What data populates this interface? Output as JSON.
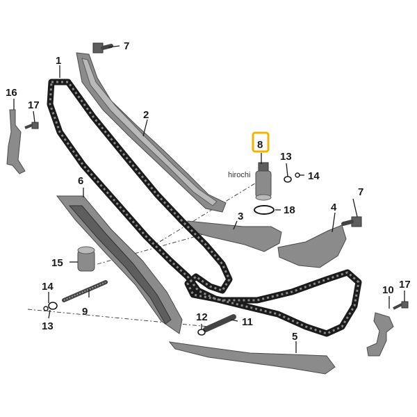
{
  "watermark": "hirochi",
  "highlight_color": "#f0b400",
  "callouts": [
    {
      "id": "c1",
      "label": "1",
      "part": "timing-chain"
    },
    {
      "id": "c2",
      "label": "2",
      "part": "tensioner-rail-guide"
    },
    {
      "id": "c3",
      "label": "3",
      "part": "chain-tensioner-guide"
    },
    {
      "id": "c4",
      "label": "4",
      "part": "upper-guide-rail"
    },
    {
      "id": "c5",
      "label": "5",
      "part": "lower-guide-rail"
    },
    {
      "id": "c6",
      "label": "6",
      "part": "long-guide-rail"
    },
    {
      "id": "c7a",
      "label": "7",
      "part": "bolt"
    },
    {
      "id": "c7b",
      "label": "7",
      "part": "bolt"
    },
    {
      "id": "c8",
      "label": "8",
      "part": "chain-tensioner",
      "highlighted": true
    },
    {
      "id": "c9",
      "label": "9",
      "part": "guide-pin"
    },
    {
      "id": "c10",
      "label": "10",
      "part": "bracket"
    },
    {
      "id": "c11",
      "label": "11",
      "part": "bolt"
    },
    {
      "id": "c12",
      "label": "12",
      "part": "sealing-ring"
    },
    {
      "id": "c13a",
      "label": "13",
      "part": "sealing-ring"
    },
    {
      "id": "c13b",
      "label": "13",
      "part": "sealing-ring"
    },
    {
      "id": "c14a",
      "label": "14",
      "part": "clip"
    },
    {
      "id": "c14b",
      "label": "14",
      "part": "clip"
    },
    {
      "id": "c15",
      "label": "15",
      "part": "chain-tensioner"
    },
    {
      "id": "c16",
      "label": "16",
      "part": "bracket"
    },
    {
      "id": "c17a",
      "label": "17",
      "part": "screw"
    },
    {
      "id": "c17b",
      "label": "17",
      "part": "screw"
    },
    {
      "id": "c18",
      "label": "18",
      "part": "o-ring"
    }
  ]
}
